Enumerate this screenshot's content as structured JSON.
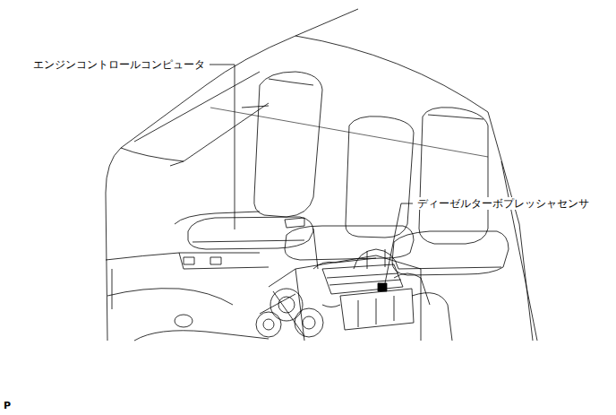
{
  "diagram": {
    "labels": [
      "エンジンコントロールコンピュータ",
      "ディーゼルターボプレッシャセンサ",
      "P"
    ]
  }
}
